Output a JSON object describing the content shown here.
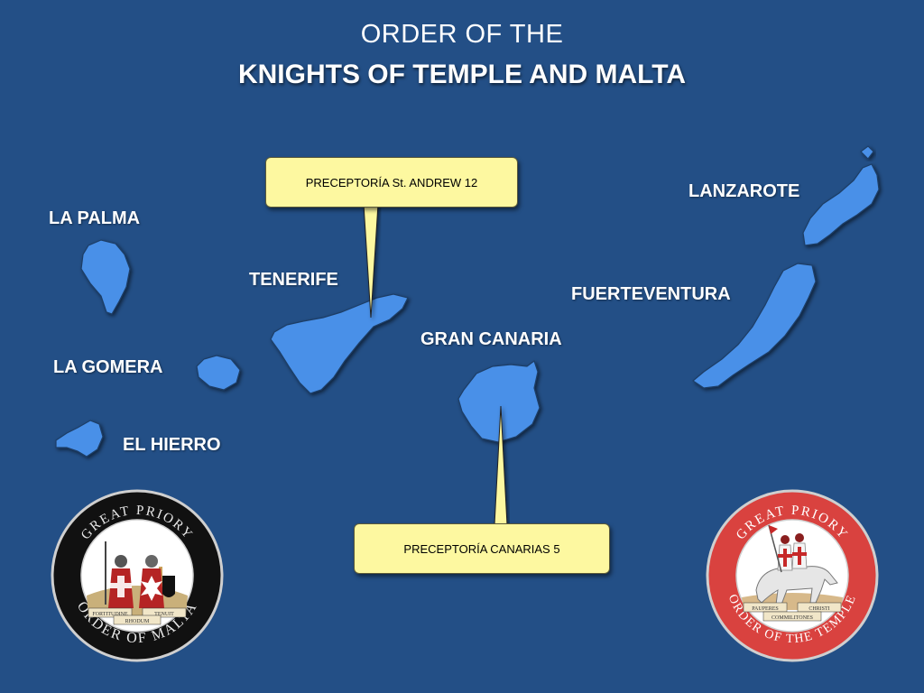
{
  "title": {
    "line1": "ORDER OF THE",
    "line2": "KNIGHTS OF TEMPLE AND MALTA"
  },
  "islands": {
    "la_palma": "LA PALMA",
    "tenerife": "TENERIFE",
    "la_gomera": "LA GOMERA",
    "el_hierro": "EL HIERRO",
    "gran_canaria": "GRAN CANARIA",
    "fuerteventura": "FUERTEVENTURA",
    "lanzarote": "LANZAROTE"
  },
  "callouts": {
    "tenerife": "PRECEPTORÍA St. ANDREW 12",
    "gran_canaria": "PRECEPTORÍA CANARIAS 5"
  },
  "seals": {
    "malta": {
      "top": "GREAT PRIORY",
      "bottom": "ORDER OF MALTA",
      "motto_left": "FORTITUDINE",
      "motto_right": "TENUIT",
      "motto_center": "RHODUM"
    },
    "temple": {
      "top": "GREAT PRIORY",
      "bottom": "ORDER OF THE TEMPLE",
      "motto_left": "PAUPERES",
      "motto_right": "CHRISTI",
      "motto_center": "COMMILITONES"
    }
  },
  "colors": {
    "background": "#234f86",
    "island": "#4a90e8",
    "callout": "#fdf8a0"
  }
}
